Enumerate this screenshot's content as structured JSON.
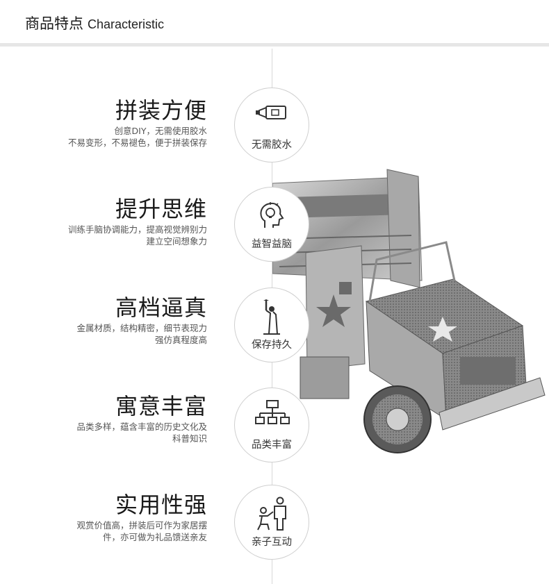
{
  "header": {
    "title": "商品特点",
    "subtitle": "Characteristic"
  },
  "features": [
    {
      "title": "拼装方便",
      "desc": [
        "创意DIY，无需使用胶水",
        "不易变形，不易褪色，便于拼装保存"
      ],
      "badge": "无需胶水",
      "icon": "glue-tube-icon"
    },
    {
      "title": "提升思维",
      "desc": [
        "训练手脑协调能力，提高视觉辨别力",
        "建立空间想象力"
      ],
      "badge": "益智益脑",
      "icon": "head-lightbulb-icon"
    },
    {
      "title": "高档逼真",
      "desc": [
        "金属材质，结构精密，细节表现力",
        "强仿真程度高"
      ],
      "badge": "保存持久",
      "icon": "statue-of-liberty-icon"
    },
    {
      "title": "寓意丰富",
      "desc": [
        "品类多样，蕴含丰富的历史文化及",
        "科普知识"
      ],
      "badge": "品类丰富",
      "icon": "hierarchy-icon"
    },
    {
      "title": "实用性强",
      "desc": [
        "观赏价值高，拼装后可作为家居摆",
        "件，亦可做为礼品馈送亲友"
      ],
      "badge": "亲子互动",
      "icon": "parent-child-icon"
    }
  ],
  "colors": {
    "text": "#1a1a1a",
    "muted": "#555555",
    "divider": "#e6e6e6",
    "circle_border": "#cfcfcf"
  }
}
